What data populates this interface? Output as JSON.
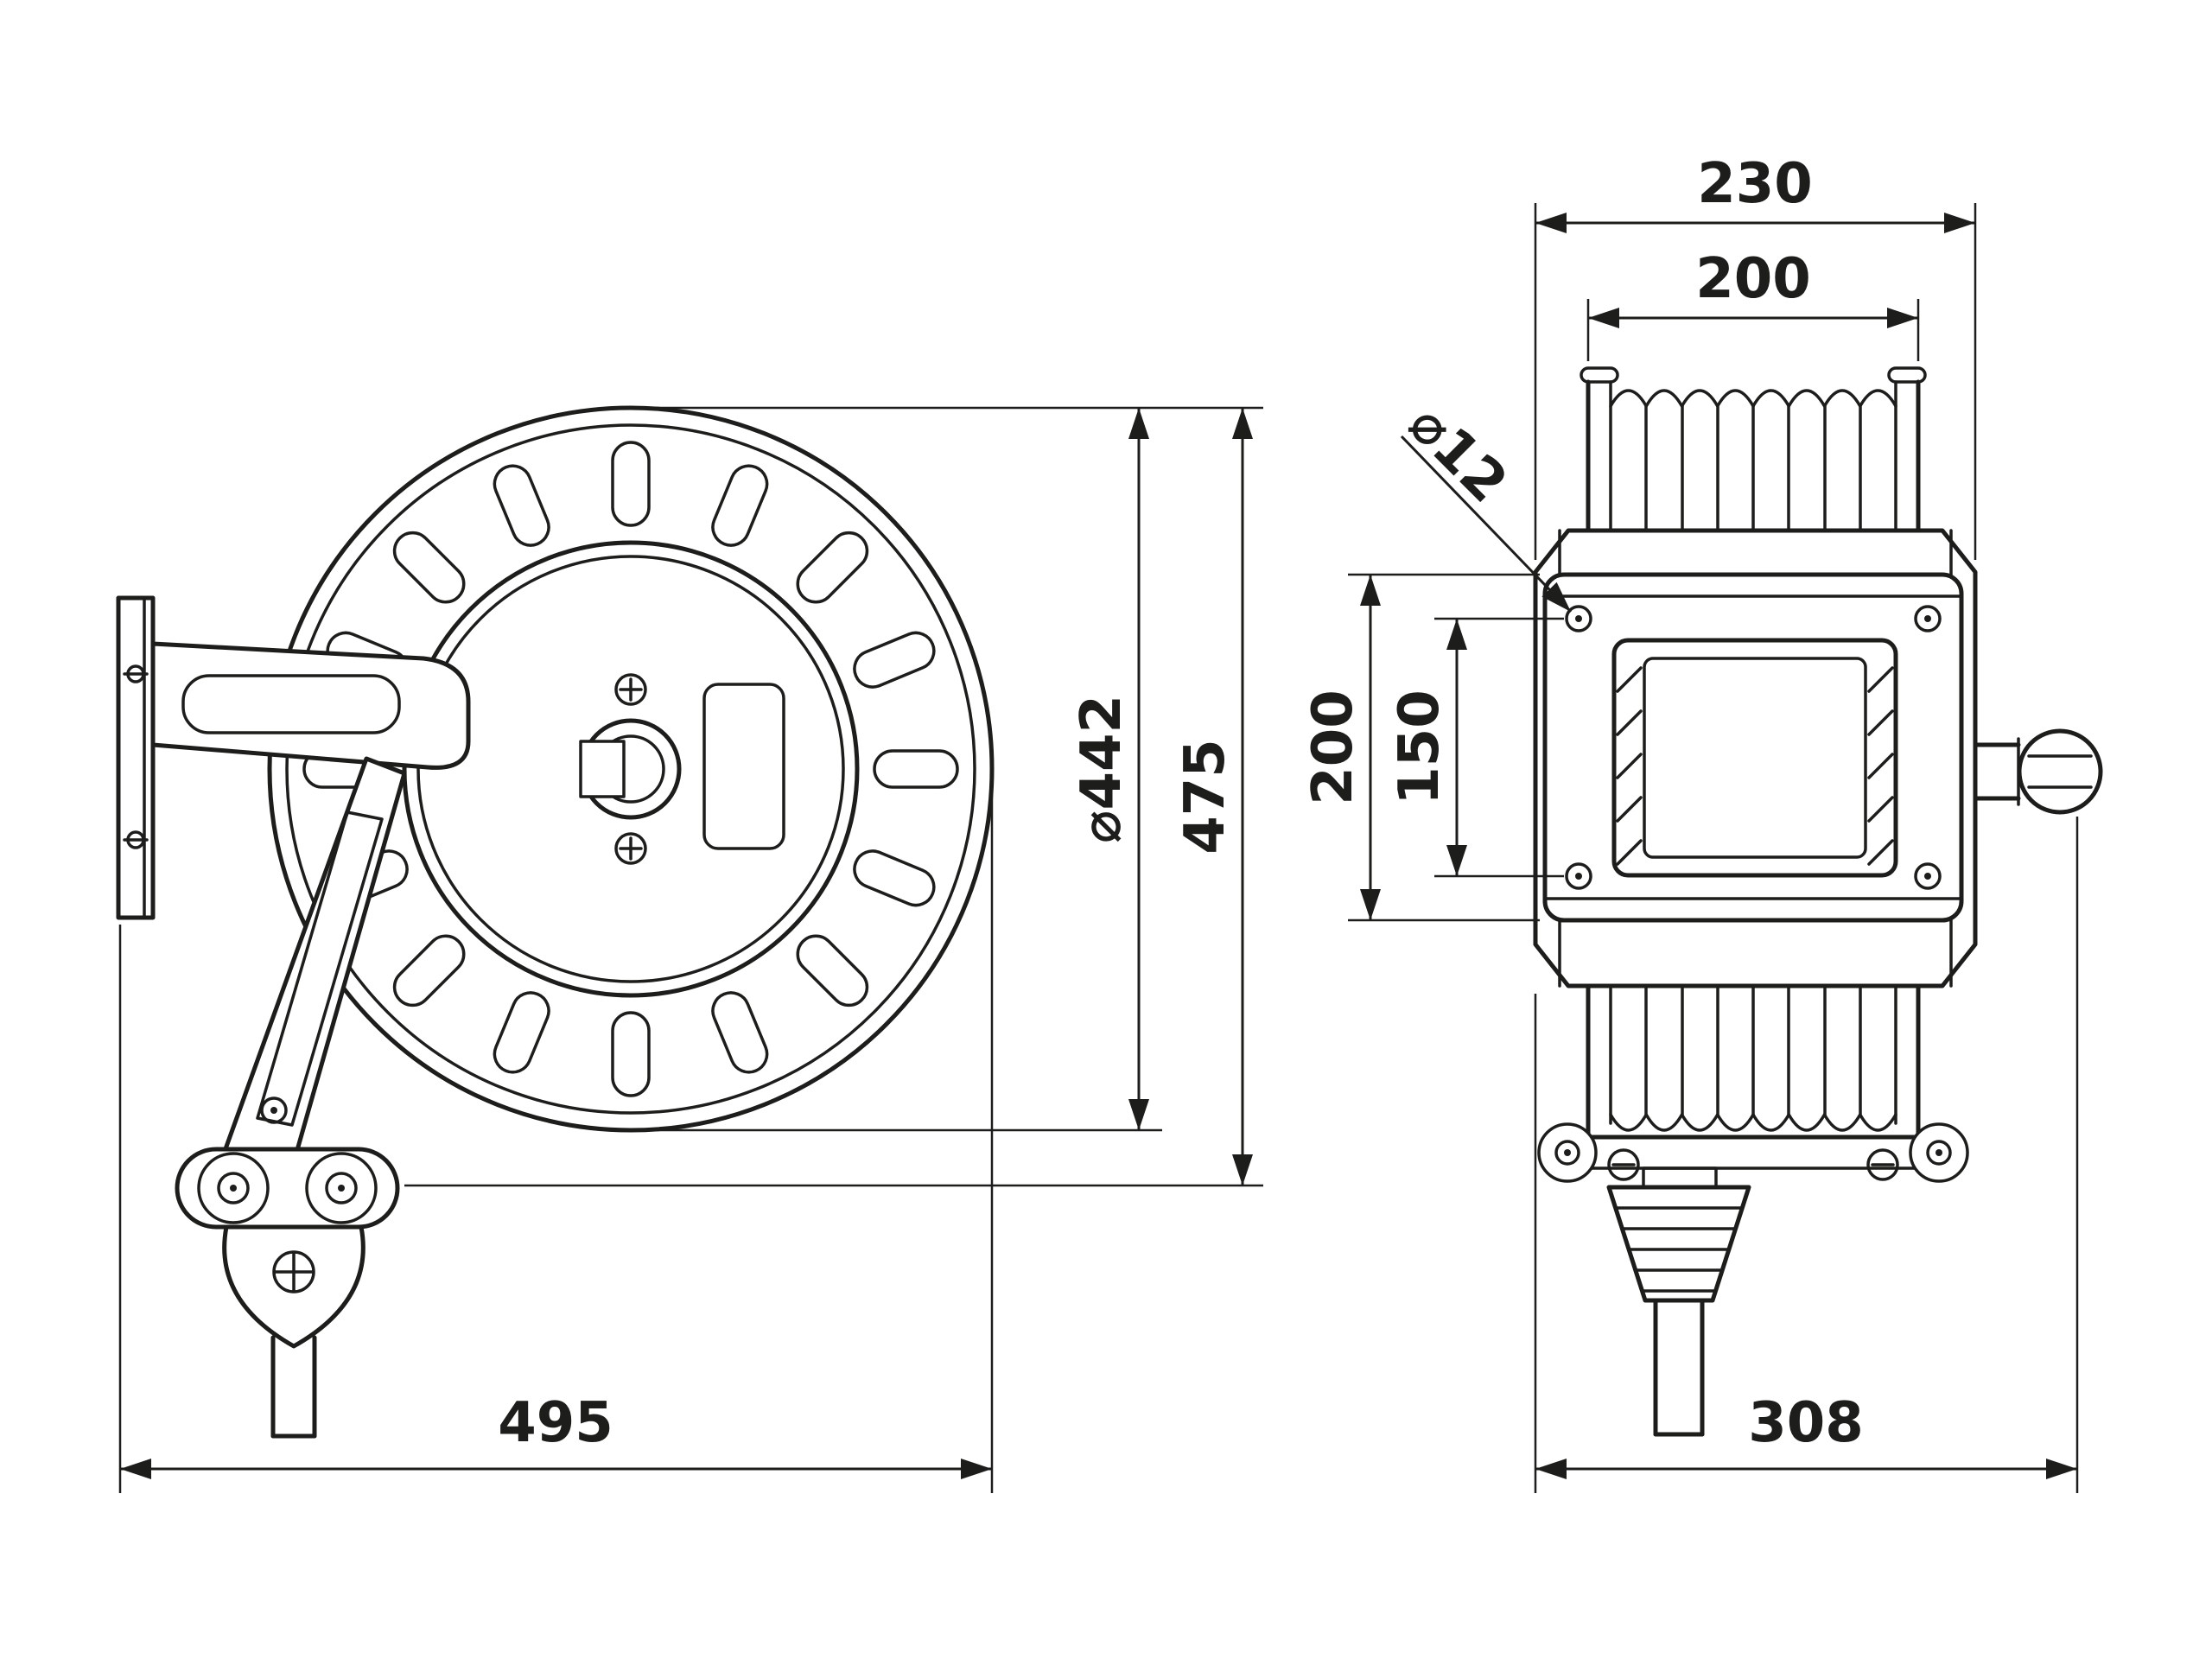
{
  "colors": {
    "line": "#1d1d1b",
    "background": "#ffffff"
  },
  "side_view": {
    "dim_diameter": "⌀442",
    "dim_height": "475",
    "dim_width": "495"
  },
  "front_view": {
    "dim_width_overall": "230",
    "dim_drum_width": "200",
    "dim_mount_hole": "⌀12",
    "dim_plate_height": "200",
    "dim_hole_spacing": "150",
    "dim_depth_overall": "308"
  }
}
